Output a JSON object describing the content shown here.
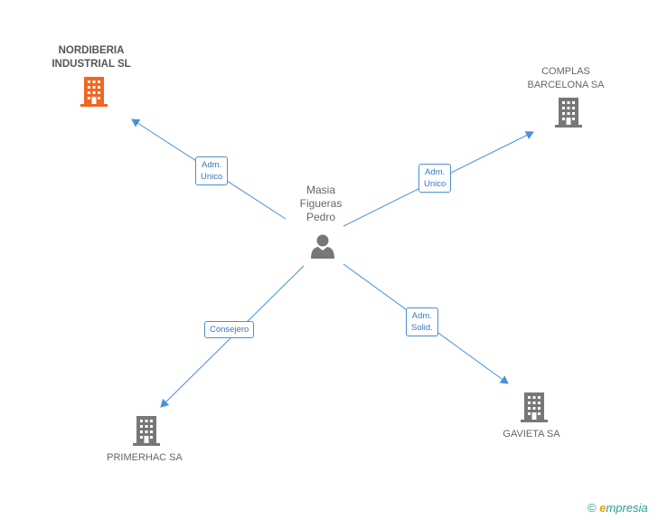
{
  "center": {
    "name_lines": [
      "Masia",
      "Figueras",
      "Pedro"
    ],
    "icon": "person-icon"
  },
  "companies": [
    {
      "id": "nordiberia",
      "lines": [
        "NORDIBERIA",
        "INDUSTRIAL SL"
      ],
      "highlight": true,
      "icon": "building-icon",
      "color": "#f26522"
    },
    {
      "id": "complas",
      "lines": [
        "COMPLAS",
        "BARCELONA SA"
      ],
      "highlight": false,
      "icon": "building-icon",
      "color": "#777777"
    },
    {
      "id": "primerhac",
      "lines": [
        "PRIMERHAC SA"
      ],
      "highlight": false,
      "icon": "building-icon",
      "color": "#777777"
    },
    {
      "id": "gavieta",
      "lines": [
        "GAVIETA SA"
      ],
      "highlight": false,
      "icon": "building-icon",
      "color": "#777777"
    }
  ],
  "relations": [
    {
      "to": "nordiberia",
      "lines": [
        "Adm.",
        "Unico"
      ]
    },
    {
      "to": "complas",
      "lines": [
        "Adm.",
        "Unico"
      ]
    },
    {
      "to": "primerhac",
      "lines": [
        "Consejero"
      ]
    },
    {
      "to": "gavieta",
      "lines": [
        "Adm.",
        "Solid."
      ]
    }
  ],
  "colors": {
    "edge": "#4a90d9",
    "accent": "#f26522",
    "building": "#777777"
  },
  "footer": {
    "copyright": "©",
    "brand_initial": "e",
    "brand_rest": "mpresia"
  }
}
